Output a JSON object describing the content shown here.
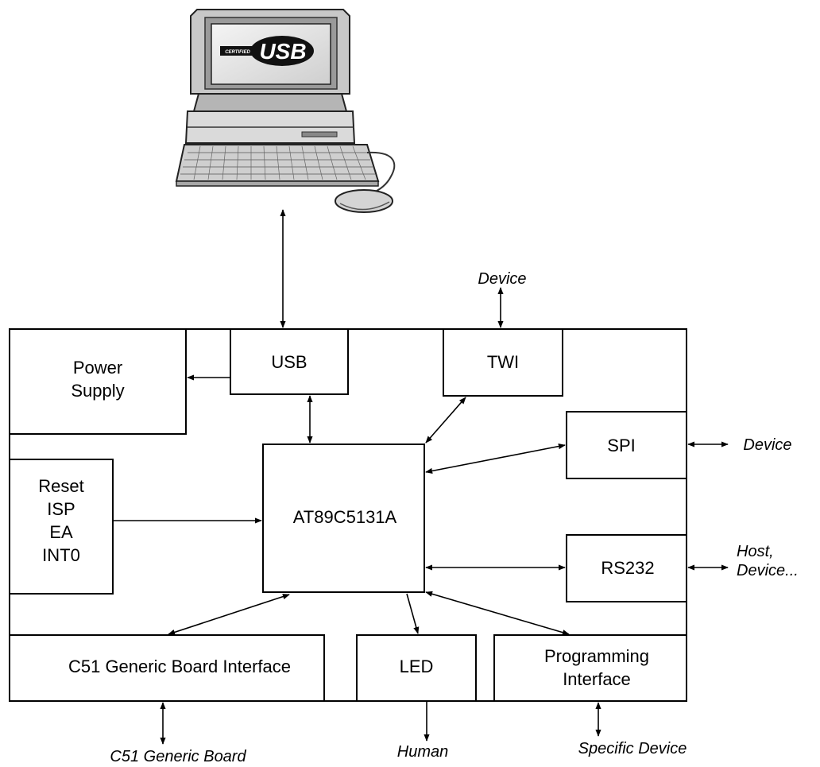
{
  "diagram": {
    "logo": {
      "small_text": "CERTIFIED",
      "big_text": "USB"
    },
    "blocks": {
      "power": {
        "line1": "Power",
        "line2": "Supply"
      },
      "usb": "USB",
      "twi": "TWI",
      "spi": "SPI",
      "mcu": "AT89C5131A",
      "reset": {
        "line1": "Reset",
        "line2": "ISP",
        "line3": "EA",
        "line4": "INT0"
      },
      "rs232": "RS232",
      "c51": "C51 Generic Board Interface",
      "led": "LED",
      "prog": {
        "line1": "Programming",
        "line2": "Interface"
      }
    },
    "external": {
      "twi_device": "Device",
      "spi_device": "Device",
      "rs232_line1": "Host,",
      "rs232_line2": "Device...",
      "c51_board": "C51 Generic Board",
      "human": "Human",
      "specific": "Specific Device"
    }
  }
}
